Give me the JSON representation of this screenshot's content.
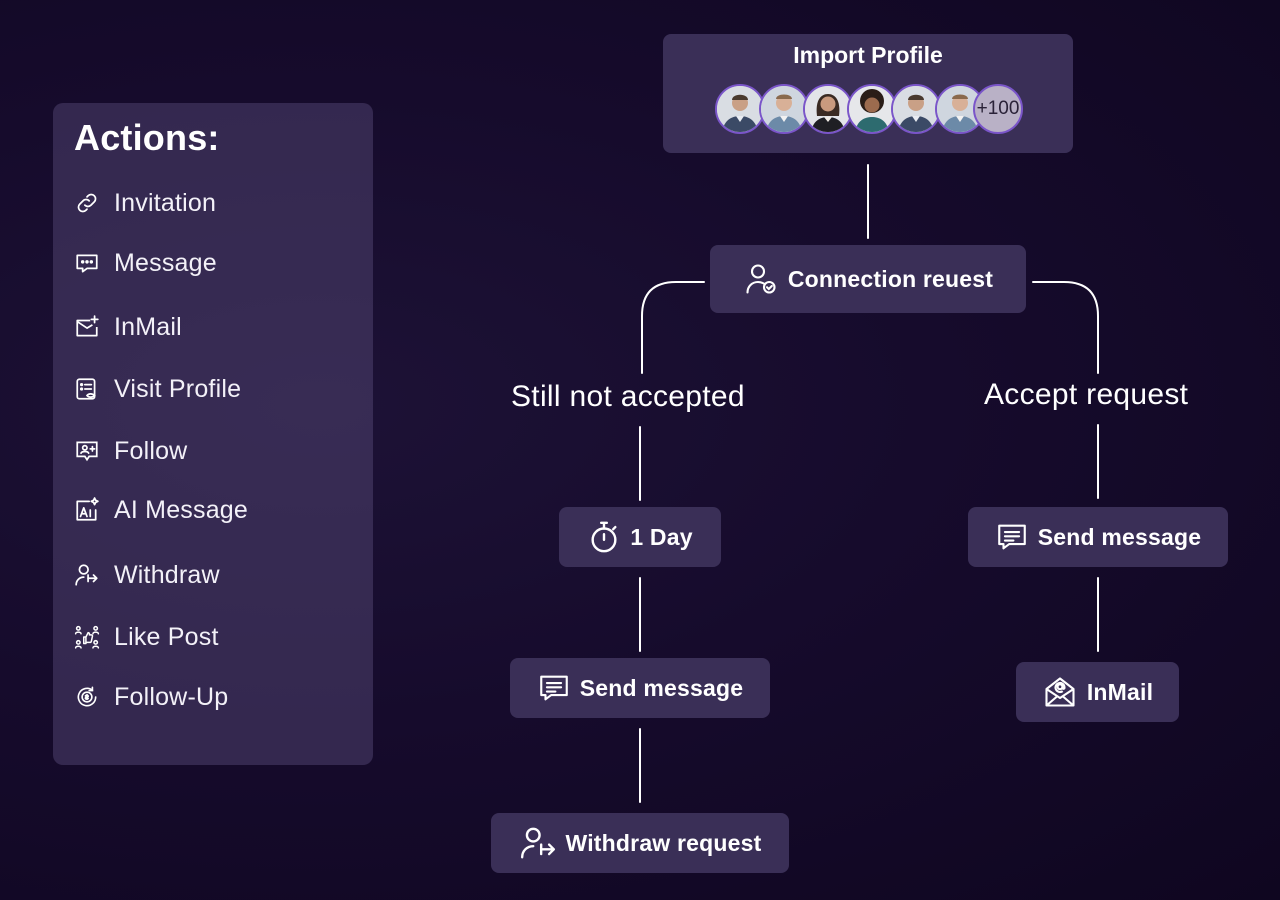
{
  "actions_panel": {
    "title": "Actions:",
    "items": [
      {
        "label": "Invitation",
        "icon": "link-icon"
      },
      {
        "label": "Message",
        "icon": "chat-bubble-icon"
      },
      {
        "label": "InMail",
        "icon": "mail-plus-icon"
      },
      {
        "label": "Visit Profile",
        "icon": "profile-eye-icon"
      },
      {
        "label": "Follow",
        "icon": "follow-card-icon"
      },
      {
        "label": "AI Message",
        "icon": "ai-sparkle-icon"
      },
      {
        "label": "Withdraw",
        "icon": "user-withdraw-icon"
      },
      {
        "label": "Like Post",
        "icon": "like-post-icon"
      },
      {
        "label": "Follow-Up",
        "icon": "follow-up-icon"
      }
    ]
  },
  "flow": {
    "import_profile": {
      "title": "Import Profile",
      "more_count": "+100",
      "avatar_count": 6
    },
    "connection_request": {
      "label": "Connection reuest",
      "icon": "user-check-icon"
    },
    "left_branch": {
      "label": "Still not accepted",
      "delay": {
        "label": "1 Day",
        "icon": "timer-icon"
      },
      "send_message": {
        "label": "Send message",
        "icon": "message-lines-icon"
      },
      "withdraw": {
        "label": "Withdraw request",
        "icon": "user-withdraw-icon"
      }
    },
    "right_branch": {
      "label": "Accept request",
      "send_message": {
        "label": "Send message",
        "icon": "message-lines-icon"
      },
      "inmail": {
        "label": "InMail",
        "icon": "envelope-at-icon"
      }
    }
  },
  "colors": {
    "background": "#160b2c",
    "node_fill": "#3a2f57",
    "panel_fill": "#3f3560",
    "avatar_ring": "#7a55c9",
    "text": "#ffffff"
  }
}
